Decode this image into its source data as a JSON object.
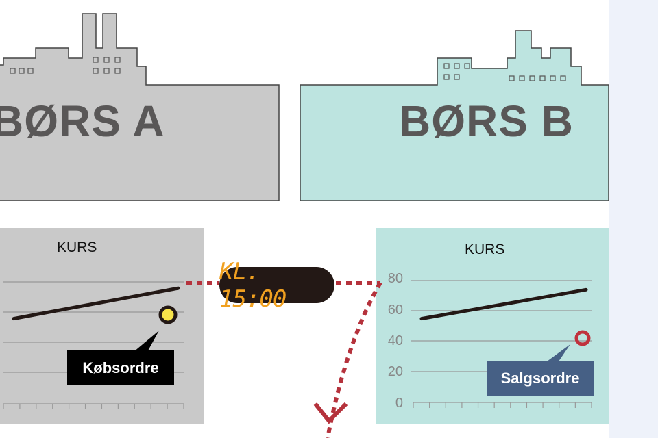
{
  "exchange_a": {
    "title": "BØRS A",
    "chart_title": "KURS",
    "order_label": "Købsordre"
  },
  "exchange_b": {
    "title": "BØRS B",
    "chart_title": "KURS",
    "order_label": "Salgsordre"
  },
  "time_display": "KL. 15:00",
  "colors": {
    "exchange_a": "#c9c9c9",
    "exchange_b": "#bde4e0",
    "dashed_path": "#b5323c",
    "buy_dot": "#f7e34a",
    "sell_ring": "#c0323d",
    "sell_callout": "#466085",
    "time_text": "#f0a020"
  },
  "chart_data": [
    {
      "type": "line",
      "title": "KURS",
      "ylim": [
        0,
        80
      ],
      "yticks": [],
      "series": [
        {
          "name": "kurs",
          "values": [
            55,
            75
          ]
        }
      ],
      "marker": {
        "label": "Købsordre",
        "value": 58
      }
    },
    {
      "type": "line",
      "title": "KURS",
      "ylim": [
        0,
        80
      ],
      "yticks": [
        "0",
        "20",
        "40",
        "60",
        "80"
      ],
      "series": [
        {
          "name": "kurs",
          "values": [
            55,
            74
          ]
        }
      ],
      "marker": {
        "label": "Salgsordre",
        "value": 42
      }
    }
  ]
}
